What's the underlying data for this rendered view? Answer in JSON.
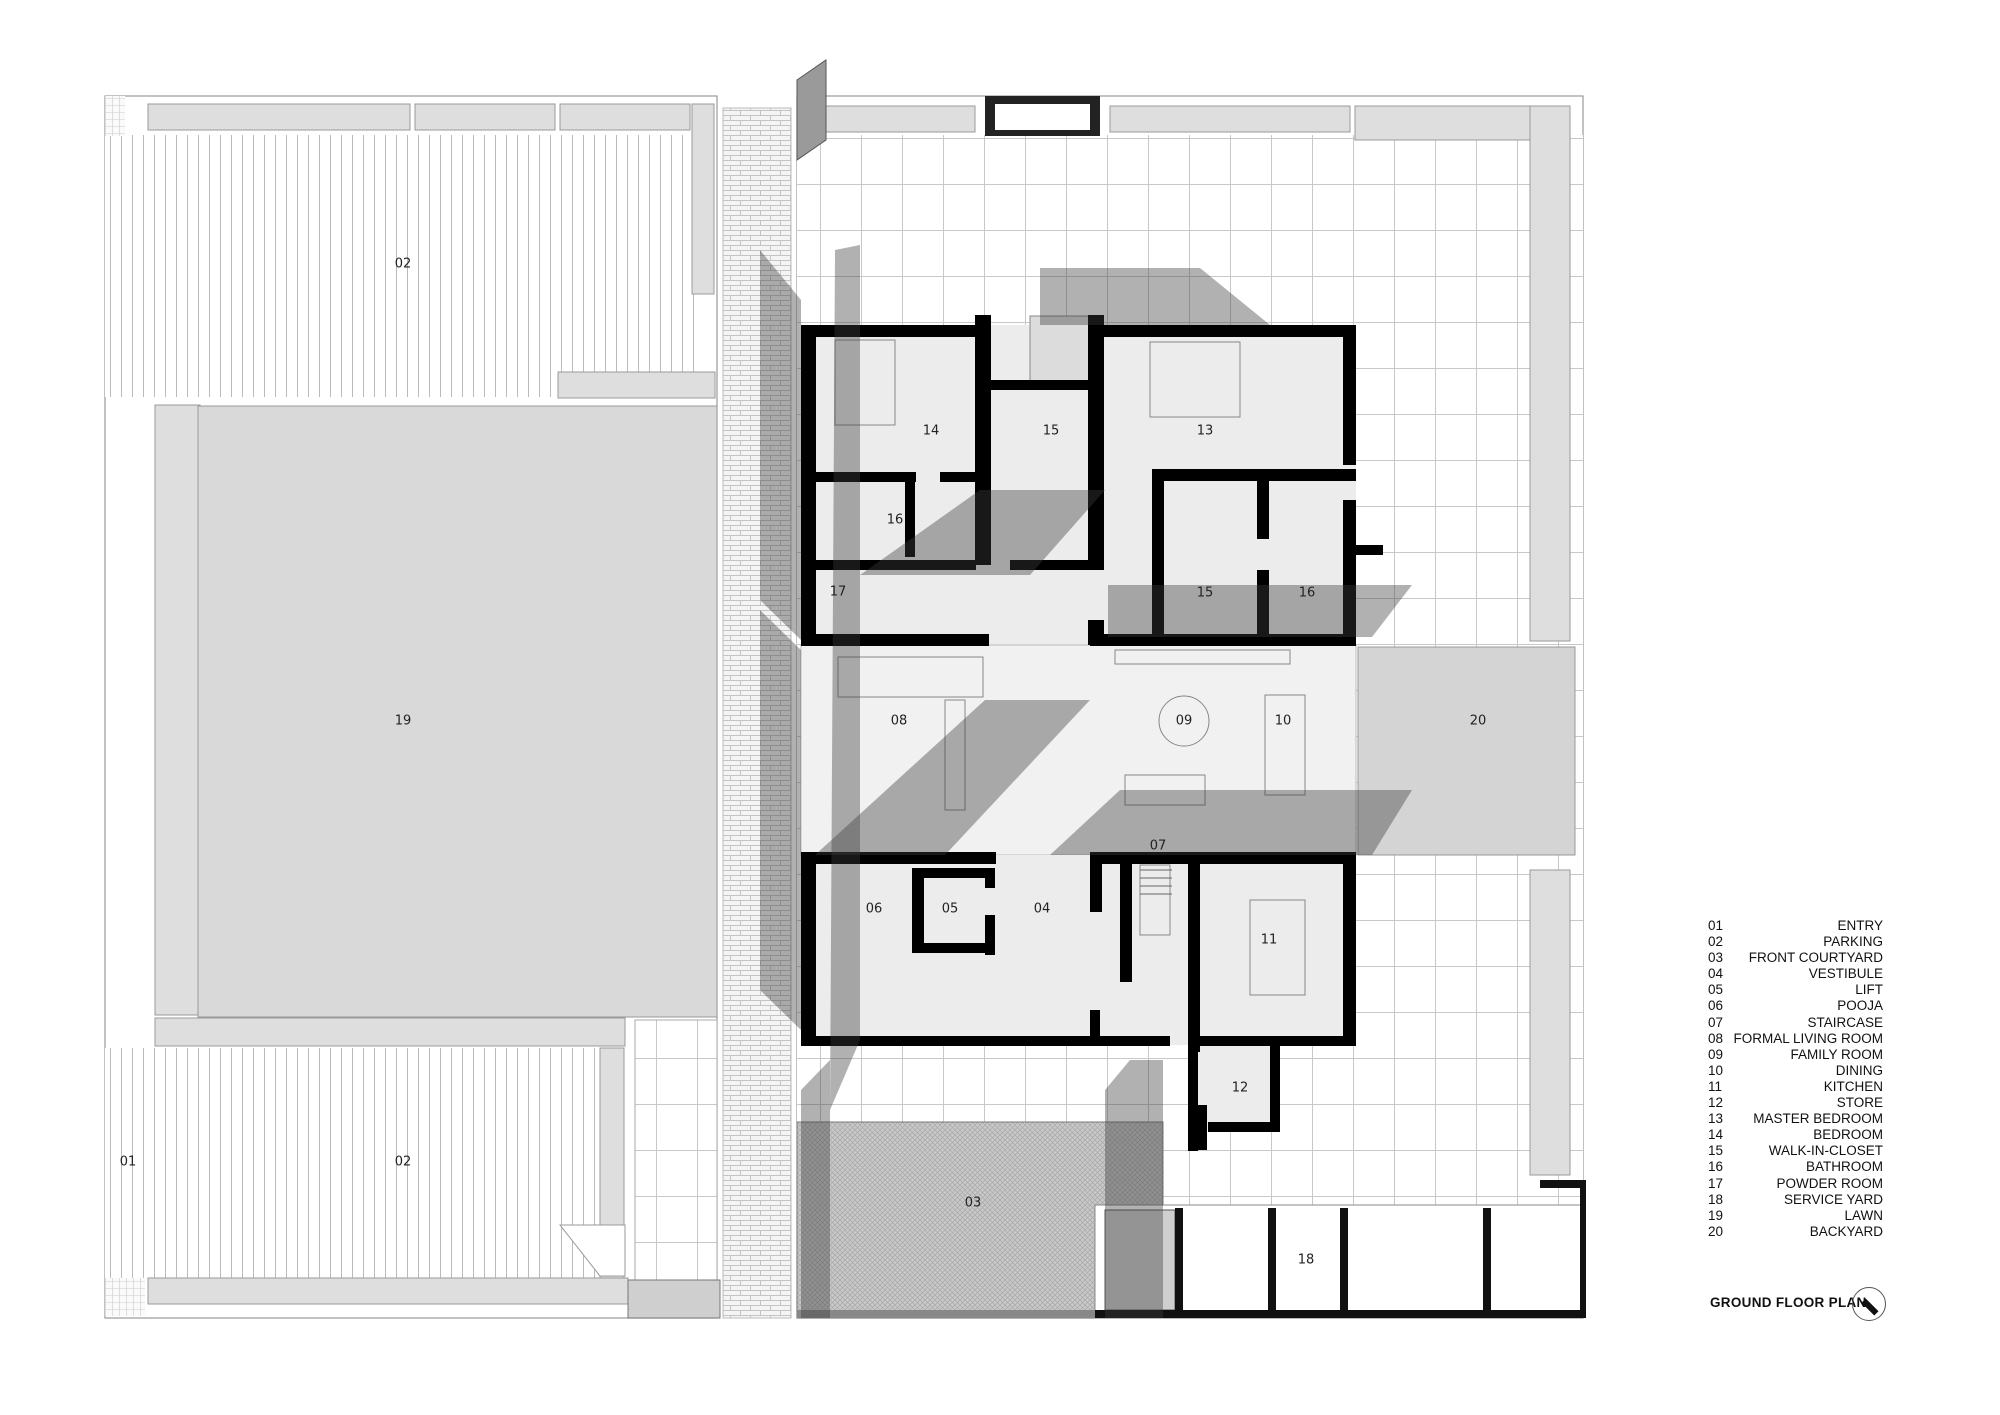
{
  "plan_title": "GROUND FLOOR PLAN",
  "north_arrow_icon": "north-arrow-icon",
  "plan_labels": [
    "02",
    "19",
    "01",
    "02",
    "14",
    "15",
    "13",
    "16",
    "17",
    "15",
    "16",
    "08",
    "09",
    "10",
    "20",
    "07",
    "06",
    "05",
    "04",
    "11",
    "12",
    "03",
    "18"
  ],
  "legend": [
    {
      "num": "01",
      "name": "ENTRY"
    },
    {
      "num": "02",
      "name": "PARKING"
    },
    {
      "num": "03",
      "name": "FRONT COURTYARD"
    },
    {
      "num": "04",
      "name": "VESTIBULE"
    },
    {
      "num": "05",
      "name": "LIFT"
    },
    {
      "num": "06",
      "name": "POOJA"
    },
    {
      "num": "07",
      "name": "STAIRCASE"
    },
    {
      "num": "08",
      "name": "FORMAL LIVING ROOM"
    },
    {
      "num": "09",
      "name": "FAMILY ROOM"
    },
    {
      "num": "10",
      "name": "DINING"
    },
    {
      "num": "11",
      "name": "KITCHEN"
    },
    {
      "num": "12",
      "name": "STORE"
    },
    {
      "num": "13",
      "name": "MASTER BEDROOM"
    },
    {
      "num": "14",
      "name": "BEDROOM"
    },
    {
      "num": "15",
      "name": "WALK-IN-CLOSET"
    },
    {
      "num": "16",
      "name": "BATHROOM"
    },
    {
      "num": "17",
      "name": "POWDER ROOM"
    },
    {
      "num": "18",
      "name": "SERVICE YARD"
    },
    {
      "num": "19",
      "name": "LAWN"
    },
    {
      "num": "20",
      "name": "BACKYARD"
    }
  ],
  "colors": {
    "wall": "#000000",
    "floor": "#ececec",
    "lawn": "#d9d9d9",
    "shadow": "#5a5a5a",
    "line": "#b8b8b8"
  }
}
